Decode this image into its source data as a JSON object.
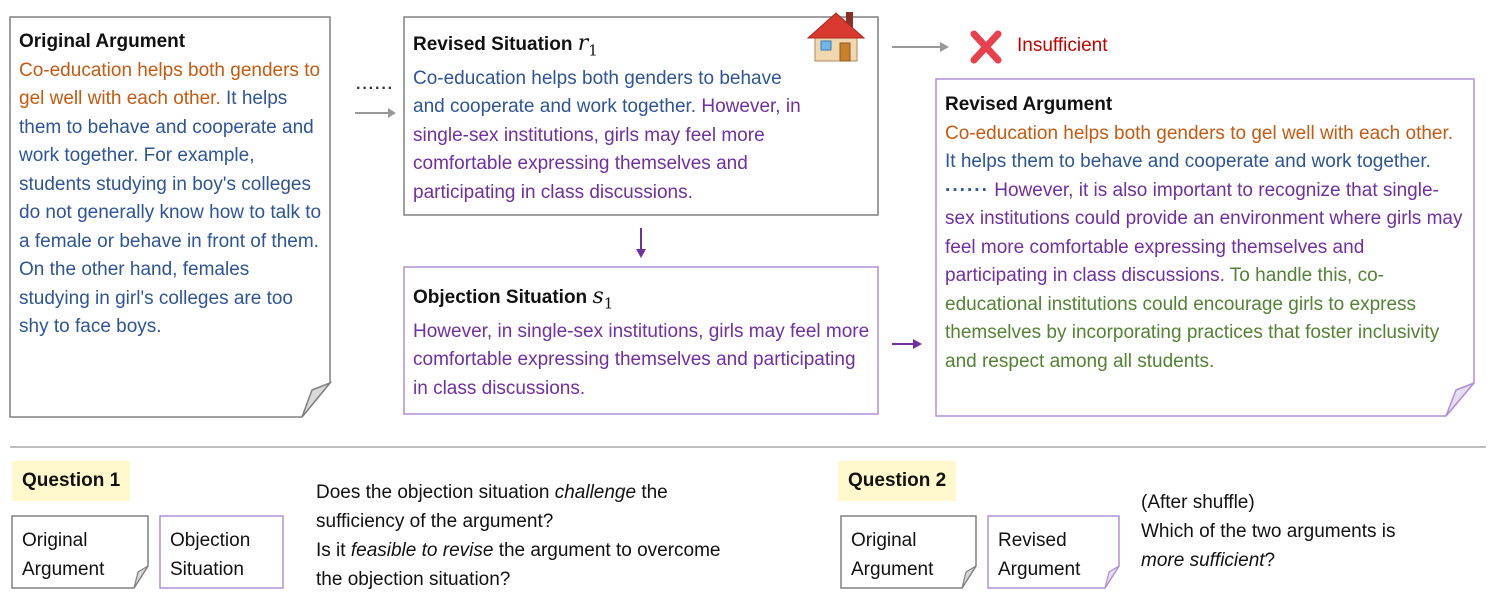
{
  "original_argument": {
    "title": "Original Argument",
    "claim": "Co-education helps both genders to gel well with each other.",
    "support": "It helps them to behave and cooperate and work together. For example, students studying in boy's colleges do not generally know how to talk to a female or behave in front of them. On the other hand, females studying in girl's colleges are too shy to face boys."
  },
  "ellipsis": "······",
  "revised_situation": {
    "title": "Revised Situation",
    "symbol": "r",
    "subscript": "1",
    "text_blue": "Co-education helps both genders to behave and cooperate and work together.",
    "text_purple": "However, in single-sex institutions, girls may feel more comfortable expressing themselves and participating in class discussions."
  },
  "objection_situation": {
    "title": "Objection Situation",
    "symbol": "s",
    "subscript": "1",
    "text_purple": "However, in single-sex institutions, girls may feel more comfortable expressing themselves and participating in class discussions."
  },
  "insufficient_label": "Insufficient",
  "revised_argument": {
    "title": "Revised Argument",
    "claim": "Co-education helps both genders to gel well with each other.",
    "support": "It helps them to behave and cooperate and work together.",
    "objection": "However, it is also important to recognize that single-sex institutions could provide an environment where girls may feel more comfortable expressing themselves and participating in class discussions.",
    "resolution": "To handle this, co-educational institutions could encourage girls to express themselves by incorporating practices that foster inclusivity and respect among all students."
  },
  "question1": {
    "label": "Question 1",
    "doc_a": [
      "Original",
      "Argument"
    ],
    "doc_b": [
      "Objection",
      "Situation"
    ],
    "line1_pre": "Does the objection situation ",
    "line1_em": "challenge",
    "line1_post": " the",
    "line2": "sufficiency of the argument?",
    "line3_pre": "Is it ",
    "line3_em": "feasible to revise",
    "line3_post": " the argument to overcome",
    "line4": "the objection situation?"
  },
  "question2": {
    "label": "Question 2",
    "doc_a": [
      "Original",
      "Argument"
    ],
    "doc_b": [
      "Revised",
      "Argument"
    ],
    "line1": "(After shuffle)",
    "line2": "Which of the two arguments is",
    "line3_em": "more sufficient",
    "line3_post": "?"
  },
  "colors": {
    "claim": "#c55a11",
    "support": "#2f5597",
    "objection": "#7030a0",
    "resolution": "#548235",
    "border_gray": "#808080",
    "border_purple": "#b18fd6",
    "highlight": "#fff8cc",
    "red": "#c00000"
  },
  "icons": [
    "house-icon",
    "cross-icon",
    "fold-corner-icon"
  ]
}
